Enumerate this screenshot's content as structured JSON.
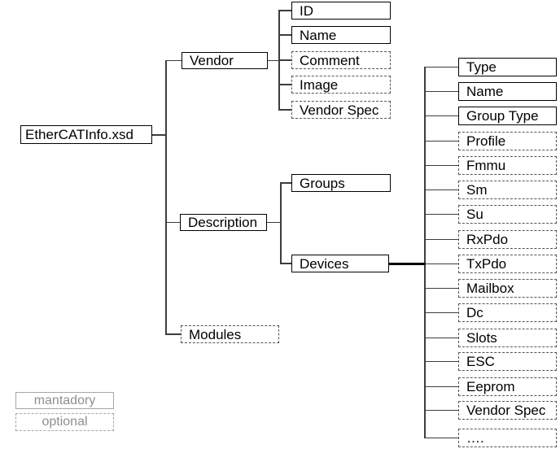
{
  "diagram": {
    "root": {
      "label": "EtherCATInfo.xsd",
      "style": "mandatory"
    },
    "level1": [
      {
        "label": "Vendor",
        "style": "mandatory"
      },
      {
        "label": "Description",
        "style": "mandatory"
      },
      {
        "label": "Modules",
        "style": "optional"
      }
    ],
    "vendor_children": [
      {
        "label": "ID",
        "style": "mandatory"
      },
      {
        "label": "Name",
        "style": "mandatory"
      },
      {
        "label": "Comment",
        "style": "optional"
      },
      {
        "label": "Image",
        "style": "optional"
      },
      {
        "label": "Vendor Spec",
        "style": "optional"
      }
    ],
    "description_children": [
      {
        "label": "Groups",
        "style": "mandatory"
      },
      {
        "label": "Devices",
        "style": "mandatory"
      }
    ],
    "devices_children": [
      {
        "label": "Type",
        "style": "mandatory"
      },
      {
        "label": "Name",
        "style": "mandatory"
      },
      {
        "label": "Group Type",
        "style": "mandatory"
      },
      {
        "label": "Profile",
        "style": "optional"
      },
      {
        "label": "Fmmu",
        "style": "optional"
      },
      {
        "label": "Sm",
        "style": "optional"
      },
      {
        "label": "Su",
        "style": "optional"
      },
      {
        "label": "RxPdo",
        "style": "optional"
      },
      {
        "label": "TxPdo",
        "style": "optional"
      },
      {
        "label": "Mailbox",
        "style": "optional"
      },
      {
        "label": "Dc",
        "style": "optional"
      },
      {
        "label": "Slots",
        "style": "optional"
      },
      {
        "label": "ESC",
        "style": "optional"
      },
      {
        "label": "Eeprom",
        "style": "optional"
      },
      {
        "label": "Vendor Spec",
        "style": "optional"
      },
      {
        "label": "….",
        "style": "optional"
      }
    ],
    "legend": [
      {
        "label": "mantadory",
        "style": "mandatory"
      },
      {
        "label": "optional",
        "style": "optional"
      }
    ],
    "colors": {
      "mandatory_border": "#000000",
      "optional_border": "#545454",
      "connector": "#3d3d3d",
      "legend_border": "#a6a6a6",
      "legend_text": "#8f8f8f",
      "text": "#000000",
      "background": "#ffffff"
    }
  }
}
